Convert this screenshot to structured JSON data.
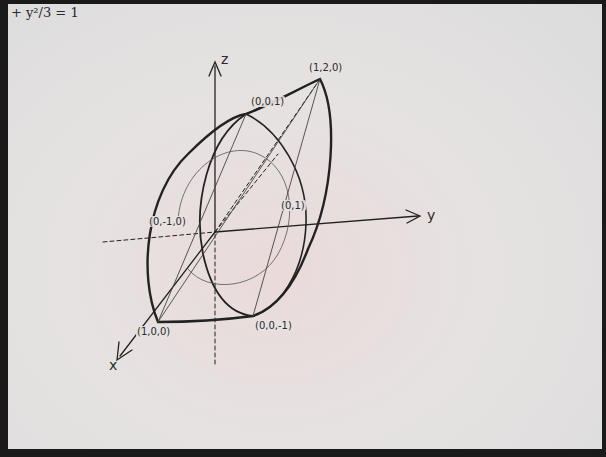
{
  "diagram": {
    "labels": [
      "+ y²/3 = 1",
      "z",
      "y",
      "x",
      "(0,0,1)",
      "(1,2,0)",
      "(0,-1,0)",
      "(0,1)",
      "(0,0,-1)",
      "(1,0,0)"
    ]
  }
}
